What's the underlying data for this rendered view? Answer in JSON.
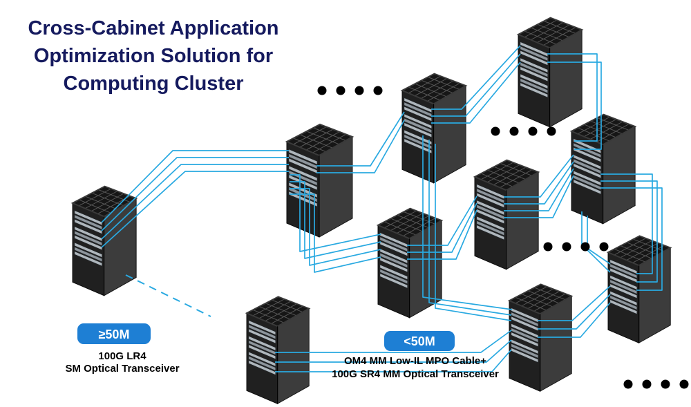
{
  "title": {
    "line1": "Cross-Cabinet Application",
    "line2": "Optimization Solution for",
    "line3": "Computing Cluster"
  },
  "badges": {
    "long_distance": {
      "label": "≥50M",
      "desc_line1": "100G LR4",
      "desc_line2": "SM Optical Transceiver"
    },
    "short_distance": {
      "label": "<50M",
      "desc_line1": "OM4 MM Low-IL MPO Cable+",
      "desc_line2": "100G SR4 MM Optical Transceiver"
    }
  },
  "colors": {
    "cable": "#29a9e1",
    "badge": "#1e7fd4",
    "title": "#151a5e",
    "background": "#ffffff"
  },
  "diagram": {
    "type": "network-topology",
    "cabinet_count": 10,
    "ellipsis_groups": 4,
    "links": [
      "cross-cabinet short links: OM4 MM Low-IL MPO Cable + 100G SR4 MM Optical Transceiver",
      "long link (dashed): 100G LR4 SM Optical Transceiver for distances of 50M or more"
    ]
  }
}
